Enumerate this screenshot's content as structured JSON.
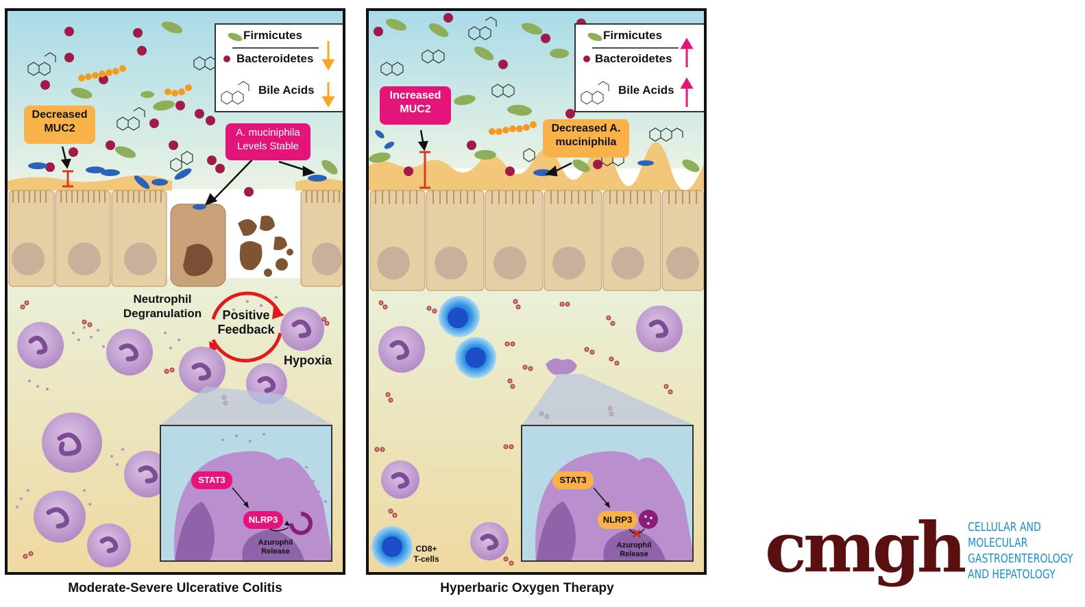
{
  "legend": {
    "firmicutes": "Firmicutes",
    "bacteroidetes": "Bacteroidetes",
    "bile_acids": "Bile Acids"
  },
  "left_panel": {
    "caption": "Moderate-Severe Ulcerative Colitis",
    "mucus_tag": "Decreased MUC2",
    "akkermansia_tag": "A. muciniphila Levels Stable",
    "neutrophil_label": "Neutrophil Degranulation",
    "feedback_label": "Positive Feedback",
    "hypoxia_label": "Hypoxia",
    "inset": {
      "stat3": "STAT3",
      "nlrp3": "NLRP3",
      "release": "Azurophil Release"
    },
    "trend_arrow_color": "#f5a623"
  },
  "right_panel": {
    "caption": "Hyperbaric Oxygen Therapy",
    "mucus_tag": "Increased MUC2",
    "akkermansia_tag": "Decreased A. muciniphila",
    "tcell_label": "CD8+ T-cells",
    "inset": {
      "stat3": "STAT3",
      "nlrp3": "NLRP3",
      "release": "Azurophil Release"
    },
    "trend_arrow_color": "#e4157a"
  },
  "logo": {
    "mark": "cmgh",
    "lines": [
      "CELLULAR AND",
      "MOLECULAR",
      "GASTROENTEROLOGY",
      "AND HEPATOLOGY"
    ]
  },
  "colors": {
    "lumen": "#c5e6f0",
    "mucus": "#f3c77a",
    "epithelium": "#e3c9a0",
    "lamina_propria": "#f2efc4",
    "neutrophil": "#c19ad0",
    "bacteroidetes": "#a01a4a",
    "firmicutes": "#8fae5a",
    "tcell": "#2a8fe0",
    "pink_accent": "#e4157a",
    "orange_accent": "#f9b24a"
  }
}
